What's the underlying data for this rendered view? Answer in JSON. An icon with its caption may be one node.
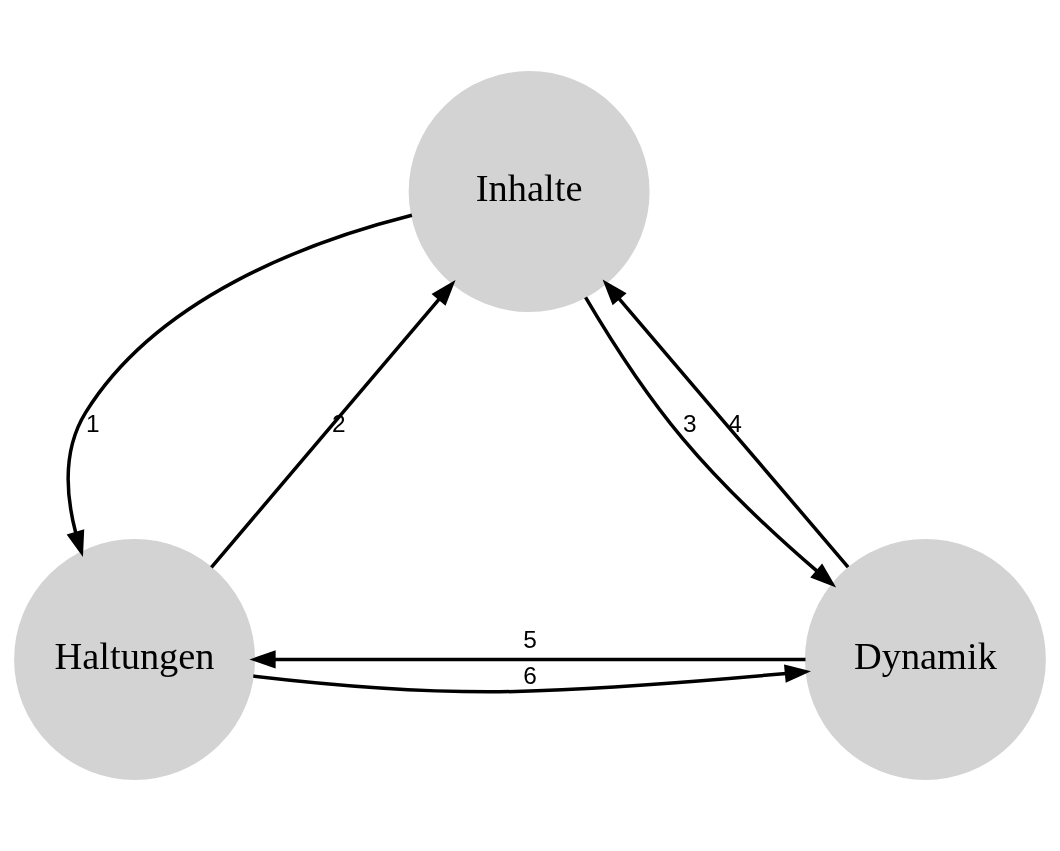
{
  "diagram": {
    "nodes": [
      {
        "text": [
          "Inhalte"
        ]
      },
      {
        "text": [
          "Haltungen"
        ]
      },
      {
        "text": [
          "Dynamik"
        ]
      }
    ],
    "edges": [
      {
        "from": 0,
        "to": 1,
        "arrow": "to",
        "label": "1"
      },
      {
        "from": 1,
        "to": 0,
        "arrow": "to",
        "label": "2"
      },
      {
        "from": 0,
        "to": 2,
        "arrow": "to",
        "label": "3"
      },
      {
        "from": 2,
        "to": 0,
        "arrow": "to",
        "label": "4"
      },
      {
        "from": 2,
        "to": 1,
        "arrow": "to",
        "label": "5"
      },
      {
        "from": 1,
        "to": 2,
        "arrow": "to",
        "label": "6"
      }
    ]
  }
}
